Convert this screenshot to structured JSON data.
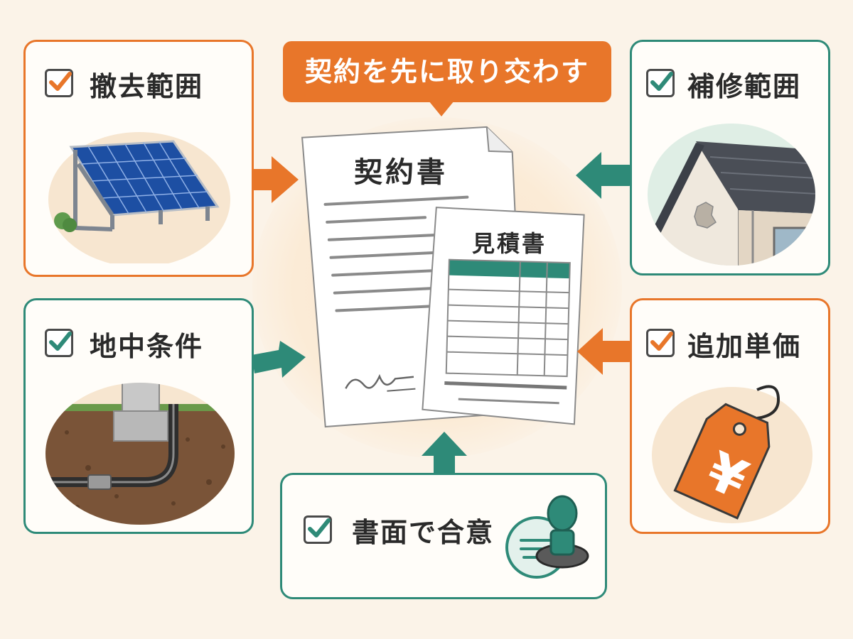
{
  "banner": {
    "text": "契約を先に取り交わす"
  },
  "contract": {
    "title": "契約書"
  },
  "estimate": {
    "title": "見積書"
  },
  "cards": {
    "removal_scope": {
      "label": "撤去範囲"
    },
    "repair_scope": {
      "label": "補修範囲"
    },
    "ground_conditions": {
      "label": "地中条件"
    },
    "additional_unit_price": {
      "label": "追加単価"
    },
    "written_agreement": {
      "label": "書面で合意"
    }
  },
  "price_tag": {
    "symbol": "¥"
  },
  "colors": {
    "accent_orange": "#e8762a",
    "accent_teal": "#2e8a78",
    "background": "#fbf3e8"
  }
}
